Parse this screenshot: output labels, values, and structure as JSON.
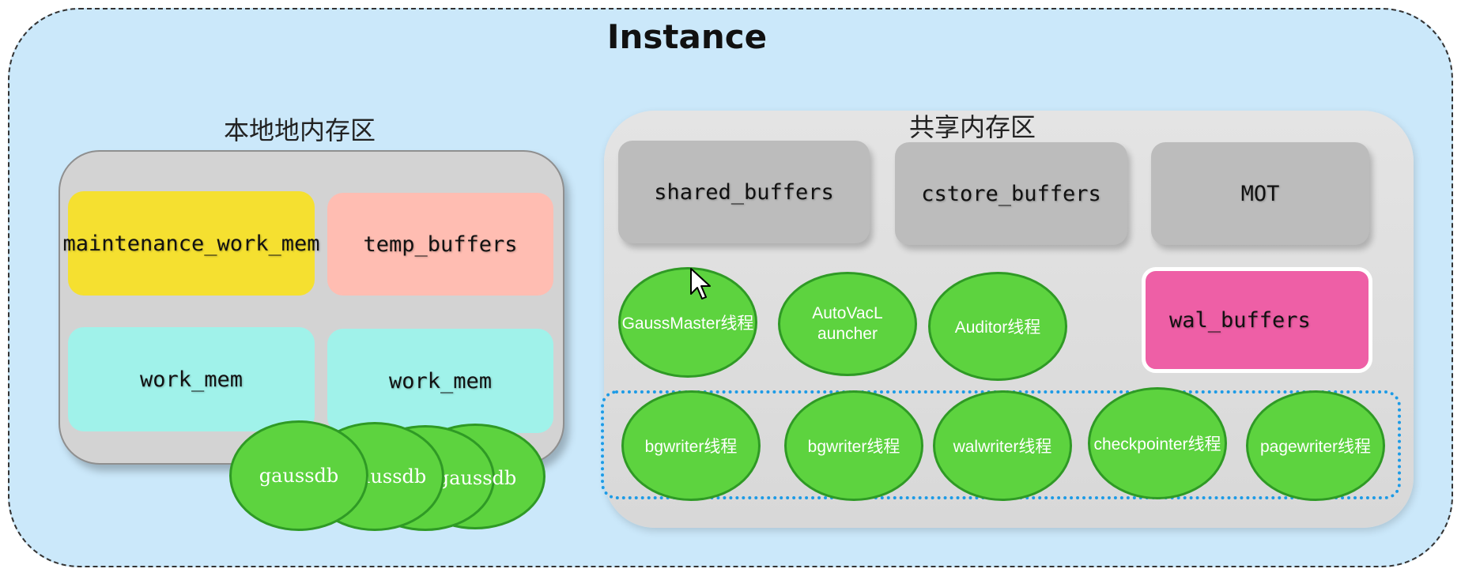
{
  "title": "Instance",
  "local_memory": {
    "label": "本地地内存区",
    "boxes": {
      "maintenance": "maintenance_work_mem",
      "temp": "temp_buffers",
      "work1": "work_mem",
      "work2": "work_mem"
    },
    "gaussdb": [
      "gaussdb",
      "gaussdb",
      "gaussdb"
    ]
  },
  "shared_memory": {
    "label": "共享内存区",
    "buffers": {
      "shared": "shared_buffers",
      "cstore": "cstore_buffers",
      "mot": "MOT",
      "wal": "wal_buffers"
    },
    "threads_row1": [
      "GaussMaster线程",
      "AutoVacL\nauncher",
      "Auditor线程"
    ],
    "threads_row2": [
      "bgwriter线程",
      "bgwriter线程",
      "walwriter线程",
      "checkpointer线程",
      "pagewriter线程"
    ]
  },
  "colors": {
    "background": "#cbe8fa",
    "maintenance": "#f5e030",
    "temp": "#ffbdb2",
    "work_mem": "#a0f2ea",
    "wal_buffers": "#ee5fa6",
    "thread_green": "#5dd33f",
    "dotted_border": "#1d9be6"
  }
}
